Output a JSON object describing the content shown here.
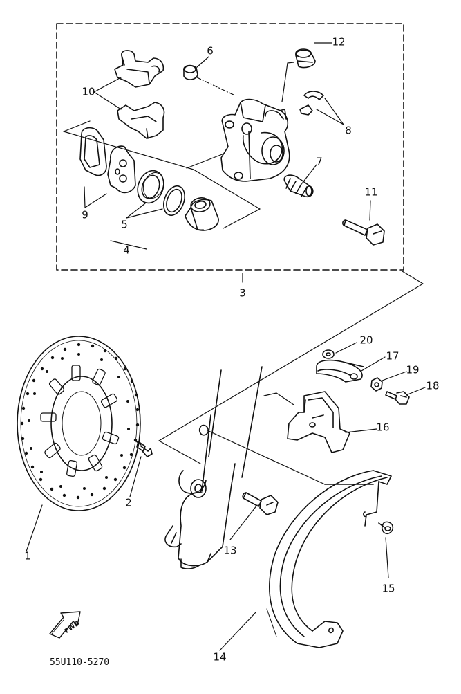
{
  "diagram_code": "55U110-5270",
  "direction_text": "FWD",
  "callouts": [
    {
      "id": "1",
      "text": "1"
    },
    {
      "id": "2",
      "text": "2"
    },
    {
      "id": "3",
      "text": "3"
    },
    {
      "id": "4",
      "text": "4"
    },
    {
      "id": "5",
      "text": "5"
    },
    {
      "id": "6",
      "text": "6"
    },
    {
      "id": "7",
      "text": "7"
    },
    {
      "id": "8",
      "text": "8"
    },
    {
      "id": "9",
      "text": "9"
    },
    {
      "id": "10",
      "text": "10"
    },
    {
      "id": "11",
      "text": "11"
    },
    {
      "id": "12",
      "text": "12"
    },
    {
      "id": "13",
      "text": "13"
    },
    {
      "id": "14",
      "text": "14"
    },
    {
      "id": "15",
      "text": "15"
    },
    {
      "id": "16",
      "text": "16"
    },
    {
      "id": "17",
      "text": "17"
    },
    {
      "id": "18",
      "text": "18"
    },
    {
      "id": "19",
      "text": "19"
    },
    {
      "id": "20",
      "text": "20"
    }
  ]
}
